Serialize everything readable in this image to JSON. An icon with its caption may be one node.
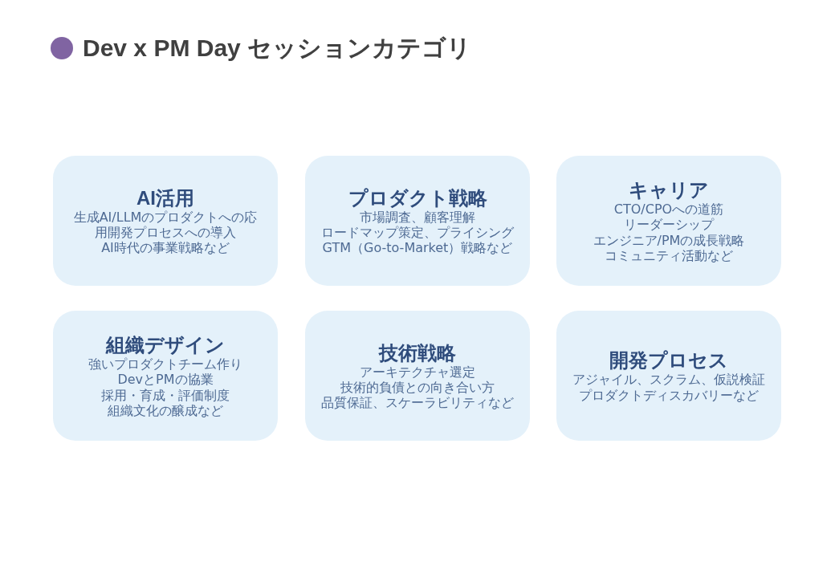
{
  "diagram": {
    "title": "Dev x PM Day セッションカテゴリ",
    "nodes": [
      {
        "text": [
          "AI活用",
          "生成AI/LLMのプロダクトへの応用開発プロセスへの導入",
          "AI時代の事業戦略など"
        ]
      },
      {
        "text": [
          "プロダクト戦略",
          "市場調査、顧客理解",
          "ロードマップ策定、プライシング",
          "GTM（Go-to-Market）戦略など"
        ]
      },
      {
        "text": [
          "キャリア",
          "CTO/CPOへの道筋",
          "リーダーシップ",
          "エンジニア/PMの成長戦略",
          "コミュニティ活動など"
        ]
      },
      {
        "text": [
          "組織デザイン",
          "強いプロダクトチーム作り",
          "DevとPMの協業",
          "採用・育成・評価制度",
          "組織文化の醸成など"
        ]
      },
      {
        "text": [
          "技術戦略",
          "アーキテクチャ選定",
          "技術的負債との向き合い方",
          "品質保証、スケーラビリティなど"
        ]
      },
      {
        "text": [
          "開発プロセス",
          "アジャイル、スクラム、仮説検証",
          "プロダクトディスカバリーなど"
        ]
      }
    ]
  }
}
